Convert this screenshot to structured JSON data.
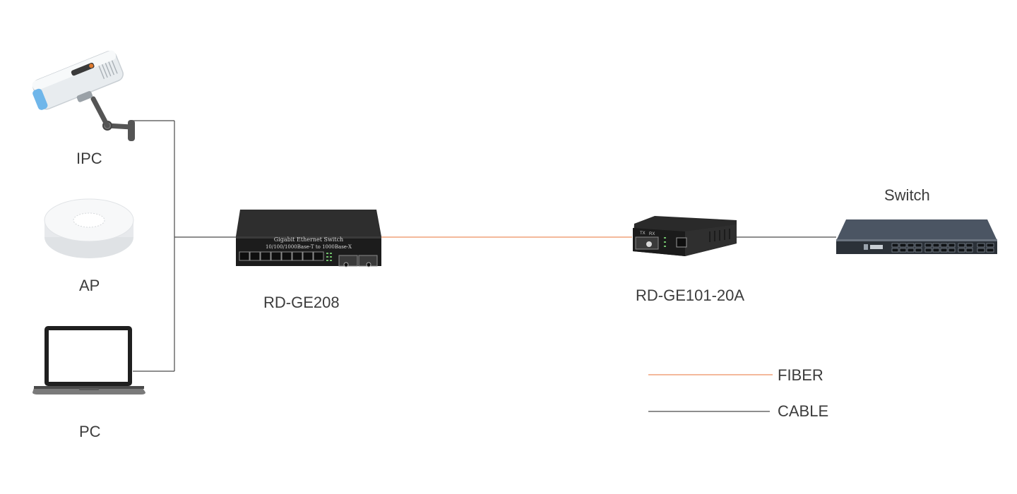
{
  "devices": {
    "ipc": "IPC",
    "ap": "AP",
    "pc": "PC",
    "media_switch": "RD-GE208",
    "converter": "RD-GE101-20A",
    "switch": "Switch"
  },
  "device_text": {
    "media_switch_title": "Gigabit Ethernet Switch",
    "media_switch_subtitle": "10/100/1000Base-T to 1000Base-X",
    "converter_tx": "TX",
    "converter_rx": "RX"
  },
  "legend": {
    "fiber": "FIBER",
    "cable": "CABLE"
  },
  "colors": {
    "fiber": "#f0a27a",
    "cable": "#4a4a4a",
    "label": "#3c3c3c"
  }
}
